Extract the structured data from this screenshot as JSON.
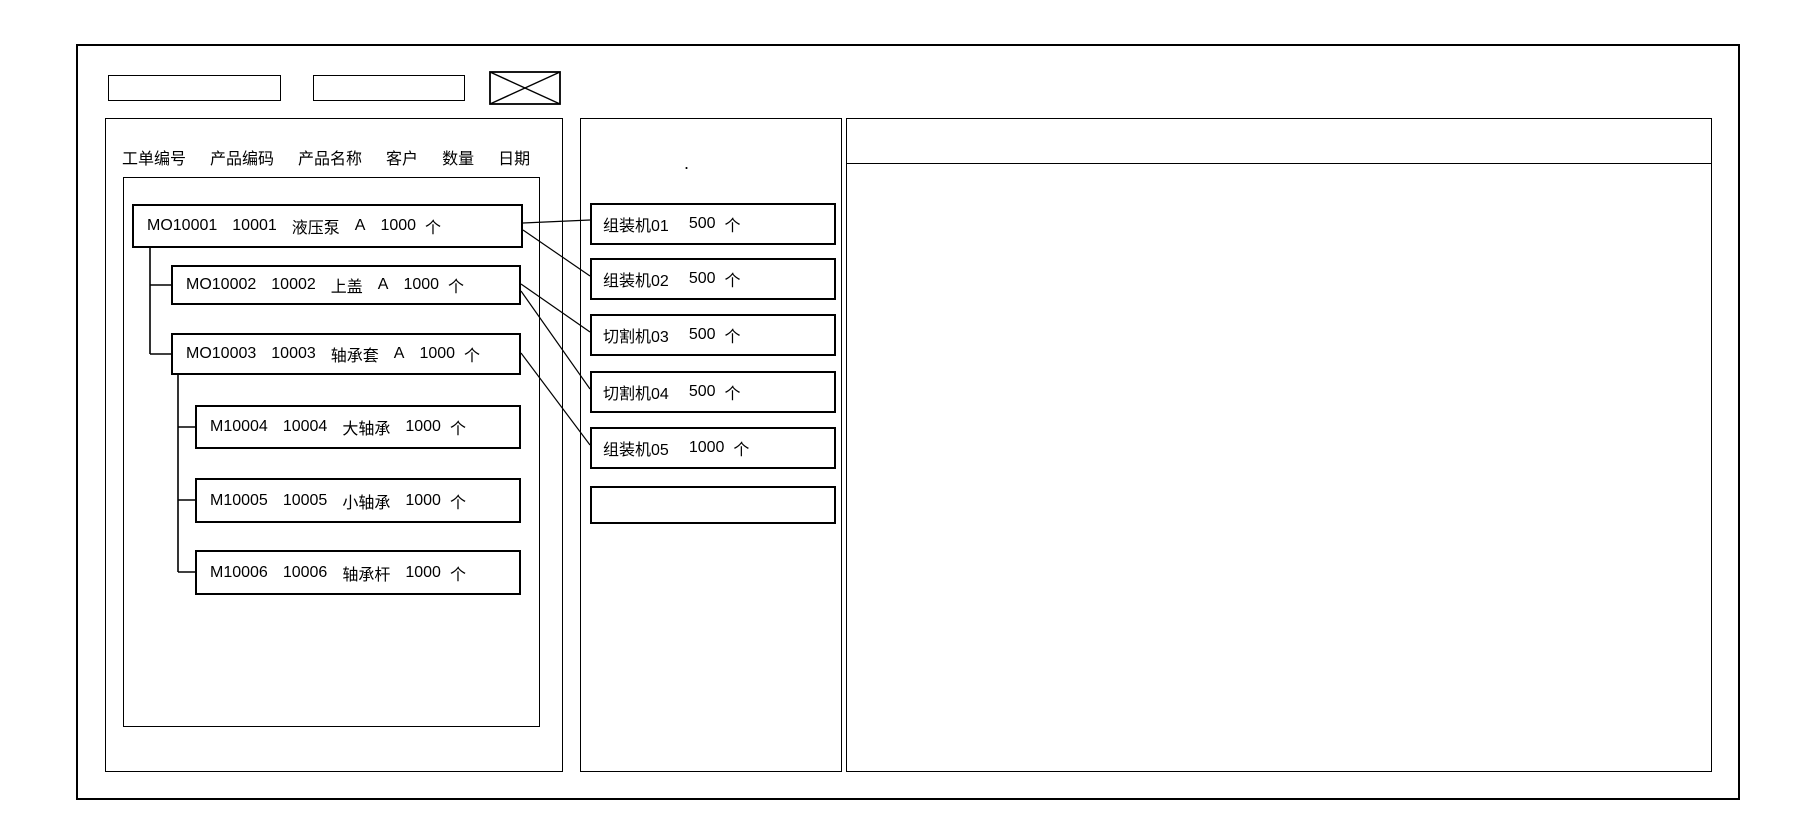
{
  "colors": {
    "ink": "#000000",
    "background": "#ffffff"
  },
  "toolbar": {
    "field1_value": "",
    "field2_value": "",
    "image_placeholder": "x-box"
  },
  "orders_panel": {
    "columns": [
      "工单编号",
      "产品编码",
      "产品名称",
      "客户",
      "数量",
      "日期"
    ],
    "tree": [
      {
        "order_no": "MO10001",
        "product_code": "10001",
        "product_name": "液压泵",
        "customer": "A",
        "qty": "1000",
        "unit": "个"
      },
      {
        "order_no": "MO10002",
        "product_code": "10002",
        "product_name": "上盖",
        "customer": "A",
        "qty": "1000",
        "unit": "个"
      },
      {
        "order_no": "MO10003",
        "product_code": "10003",
        "product_name": "轴承套",
        "customer": "A",
        "qty": "1000",
        "unit": "个"
      },
      {
        "order_no": "M10004",
        "product_code": "10004",
        "product_name": "大轴承",
        "customer": "",
        "qty": "1000",
        "unit": "个"
      },
      {
        "order_no": "M10005",
        "product_code": "10005",
        "product_name": "小轴承",
        "customer": "",
        "qty": "1000",
        "unit": "个"
      },
      {
        "order_no": "M10006",
        "product_code": "10006",
        "product_name": "轴承杆",
        "customer": "",
        "qty": "1000",
        "unit": "个"
      }
    ]
  },
  "machines_panel": {
    "dot_mark": ".",
    "machines": [
      {
        "name": "组装机01",
        "qty": "500",
        "unit": "个"
      },
      {
        "name": "组装机02",
        "qty": "500",
        "unit": "个"
      },
      {
        "name": "切割机03",
        "qty": "500",
        "unit": "个"
      },
      {
        "name": "切割机04",
        "qty": "500",
        "unit": "个"
      },
      {
        "name": "组装机05",
        "qty": "1000",
        "unit": "个"
      },
      {
        "name": "",
        "qty": "",
        "unit": ""
      }
    ]
  },
  "connections": [
    {
      "from": "MO10001",
      "to": "组装机01"
    },
    {
      "from": "MO10001",
      "to": "组装机02"
    },
    {
      "from": "MO10002",
      "to": "切割机03"
    },
    {
      "from": "MO10002",
      "to": "切割机04"
    },
    {
      "from": "MO10003",
      "to": "组装机05"
    }
  ]
}
